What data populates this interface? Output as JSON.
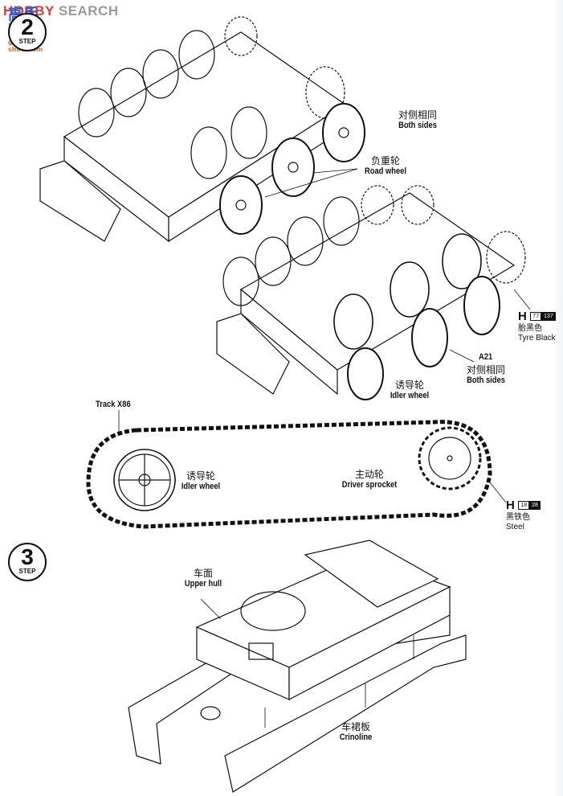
{
  "watermark": {
    "left_text": "HOBBY",
    "right_text": "SEARCH",
    "overlay_cn": "高手网",
    "overlay_url": "gao-shou.com"
  },
  "steps": [
    {
      "number": "2",
      "label": "STEP"
    },
    {
      "number": "3",
      "label": "STEP"
    }
  ],
  "step2": {
    "upper_assembly": {
      "both_sides": {
        "cn": "对侧相同",
        "en": "Both sides"
      },
      "road_wheel": {
        "cn": "负重轮",
        "en": "Road wheel"
      }
    },
    "lower_assembly": {
      "paint_tyre": {
        "brand": "H",
        "code1": "77",
        "code2": "137",
        "cn": "胎黑色",
        "en": "Tyre Black"
      },
      "part": "A21",
      "both_sides": {
        "cn": "对侧相同",
        "en": "Both sides"
      },
      "idler_wheel": {
        "cn": "诱导轮",
        "en": "Idler wheel"
      }
    },
    "track": {
      "track_label": "Track X86",
      "idler_wheel": {
        "cn": "诱导轮",
        "en": "Idler wheel"
      },
      "driver_sprocket": {
        "cn": "主动轮",
        "en": "Driver sprocket"
      },
      "paint_steel": {
        "brand": "H",
        "code1": "18",
        "code2": "28",
        "cn": "黑铁色",
        "en": "Steel"
      }
    }
  },
  "step3": {
    "upper_hull": {
      "cn": "车面",
      "en": "Upper hull"
    },
    "crinoline": {
      "cn": "车裙板",
      "en": "Crinoline"
    }
  }
}
